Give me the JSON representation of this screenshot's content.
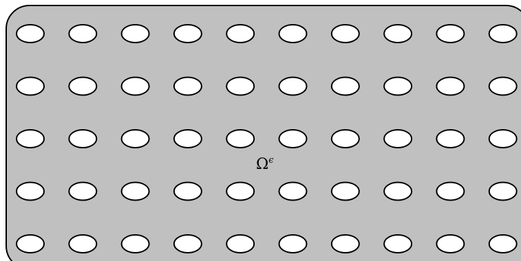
{
  "domain_label": {
    "symbol": "Ω",
    "superscript": "ϵ"
  },
  "colors": {
    "domain_fill": "#c0c0c0",
    "stroke": "#000000",
    "hole_fill": "#ffffff",
    "background": "#ffffff"
  },
  "holes": {
    "rows": 5,
    "columns": 10,
    "shape": "ellipse"
  }
}
